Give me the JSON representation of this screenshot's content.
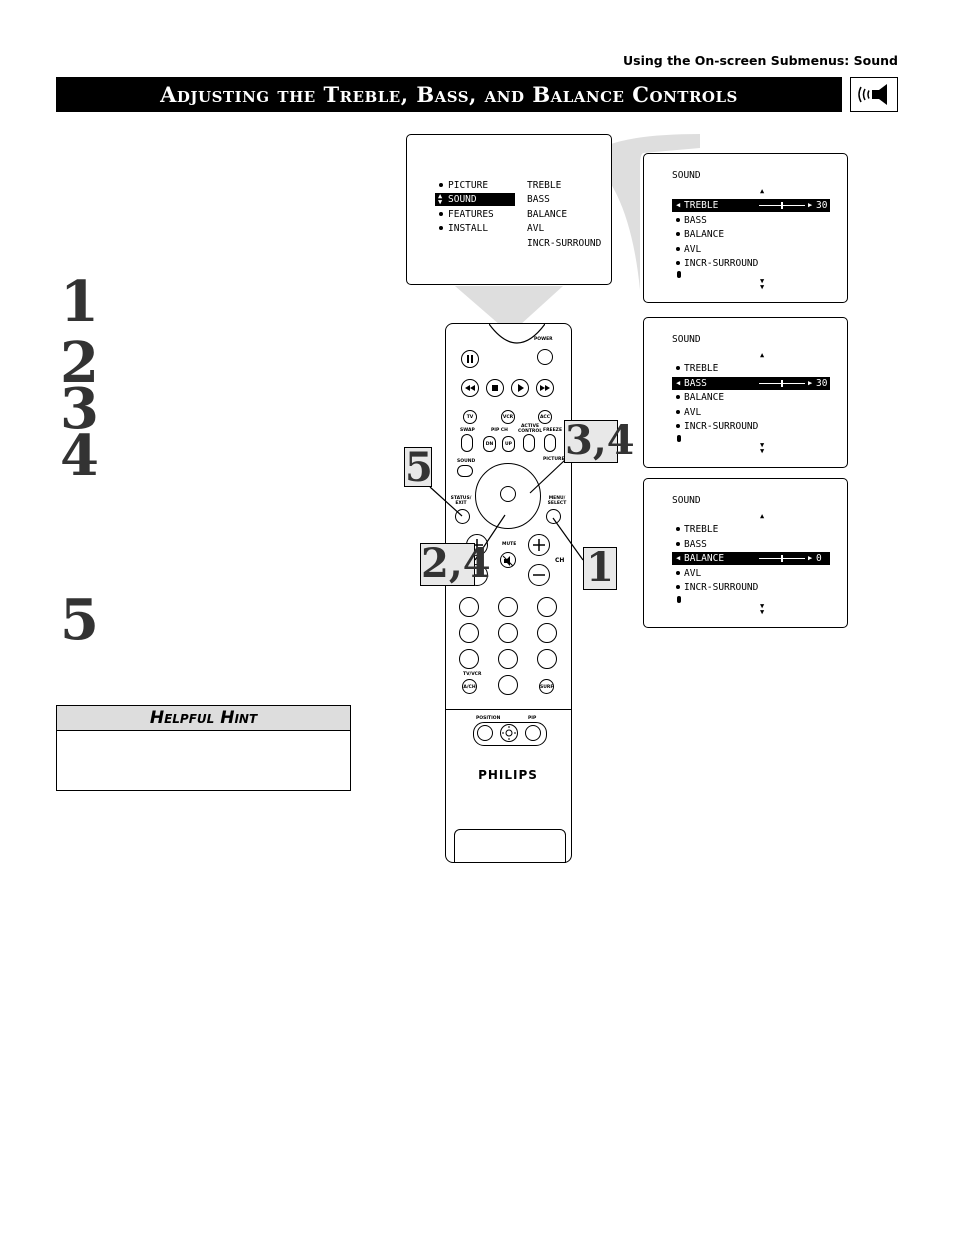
{
  "header": {
    "section_label": "Using the On-screen Submenus: Sound",
    "title": "Adjusting the Treble, Bass, and Balance Controls",
    "speaker_icon": "speaker-sound-icon"
  },
  "steps": [
    "1",
    "2",
    "3",
    "4",
    "5"
  ],
  "hint": {
    "title": "Helpful Hint"
  },
  "main_menu": {
    "items": [
      "PICTURE",
      "SOUND",
      "FEATURES",
      "INSTALL"
    ],
    "selected": "SOUND",
    "submenu": [
      "TREBLE",
      "BASS",
      "BALANCE",
      "AVL",
      "INCR-SURROUND"
    ]
  },
  "sound_menus": [
    {
      "title": "SOUND",
      "items": [
        "TREBLE",
        "BASS",
        "BALANCE",
        "AVL",
        "INCR-SURROUND"
      ],
      "selected": "TREBLE",
      "value": "30",
      "level": 0.5
    },
    {
      "title": "SOUND",
      "items": [
        "TREBLE",
        "BASS",
        "BALANCE",
        "AVL",
        "INCR-SURROUND"
      ],
      "selected": "BASS",
      "value": "30",
      "level": 0.5
    },
    {
      "title": "SOUND",
      "items": [
        "TREBLE",
        "BASS",
        "BALANCE",
        "AVL",
        "INCR-SURROUND"
      ],
      "selected": "BALANCE",
      "value": "0",
      "level": 0.5
    }
  ],
  "remote": {
    "brand": "PHILIPS",
    "labels": {
      "power": "POWER",
      "tv": "TV",
      "vcr": "VCR",
      "acc": "ACC",
      "swap": "SWAP",
      "pip_ch": "PIP CH",
      "dn": "DN",
      "up": "UP",
      "active_control": "ACTIVE CONTROL",
      "freeze": "FREEZE",
      "sound": "SOUND",
      "picture": "PICTURE",
      "status_exit": "STATUS/ EXIT",
      "menu_select": "MENU/ SELECT",
      "mute": "MUTE",
      "ch": "CH",
      "tv_vcr": "TV/VCR",
      "ach": "A/CH",
      "surf": "SURF",
      "position": "POSITION",
      "pip": "PIP"
    }
  },
  "callouts": [
    "5",
    "3,4",
    "2,4",
    "1"
  ]
}
